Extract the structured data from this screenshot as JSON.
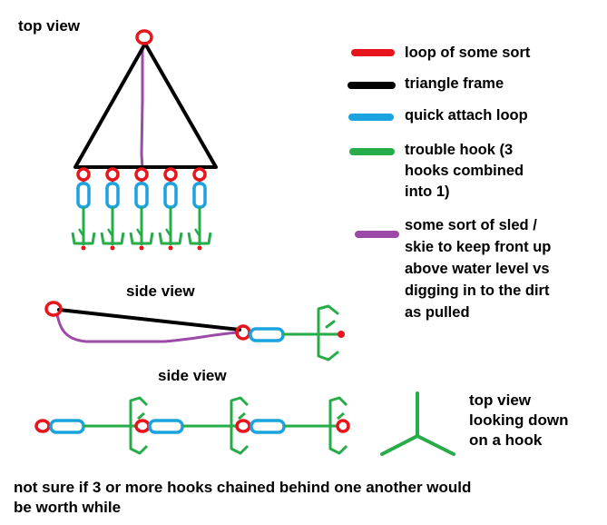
{
  "labels": {
    "top_view": "top view",
    "side_view_1": "side view",
    "side_view_2": "side view",
    "hook_top_view": [
      "top view",
      "looking down",
      "on a hook"
    ],
    "footer": [
      "not sure if 3 or more hooks chained behind one another would",
      "be worth while"
    ]
  },
  "legend": [
    {
      "color": "#e8141c",
      "lines": [
        "loop of some sort"
      ]
    },
    {
      "color": "#000000",
      "lines": [
        "triangle frame"
      ]
    },
    {
      "color": "#1aa3de",
      "lines": [
        "quick attach loop"
      ]
    },
    {
      "color": "#26ad4a",
      "lines": [
        "trouble hook (3",
        "hooks combined",
        "into 1)"
      ]
    },
    {
      "color": "#9c4aa8",
      "lines": [
        "some sort of sled /",
        "skie to keep front up",
        "above water level vs",
        "digging in to the dirt",
        "as pulled"
      ]
    }
  ],
  "colors": {
    "loop": "#e8141c",
    "frame": "#000000",
    "quick_attach": "#1aa3de",
    "hook": "#26ad4a",
    "sled": "#9c4aa8"
  }
}
